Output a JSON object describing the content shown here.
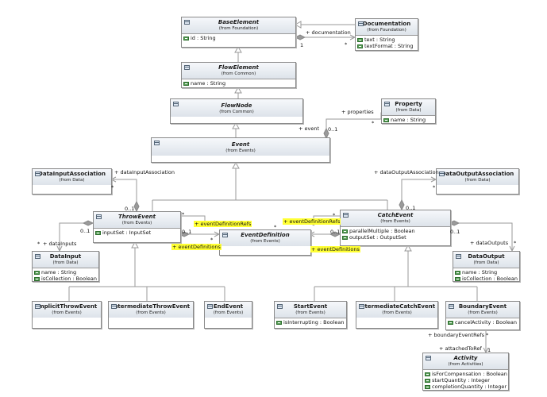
{
  "classes": {
    "BaseElement": {
      "name": "BaseElement",
      "from": "(from Foundation)",
      "attrs": [
        "id : String"
      ]
    },
    "Documentation": {
      "name": "Documentation",
      "from": "(from Foundation)",
      "attrs": [
        "text : String",
        "textFormat : String"
      ]
    },
    "FlowElement": {
      "name": "FlowElement",
      "from": "(from Common)",
      "attrs": [
        "name : String"
      ]
    },
    "FlowNode": {
      "name": "FlowNode",
      "from": "(from Common)",
      "attrs": []
    },
    "Property": {
      "name": "Property",
      "from": "(from Data)",
      "attrs": [
        "name : String"
      ]
    },
    "Event": {
      "name": "Event",
      "from": "(from Events)",
      "attrs": []
    },
    "DataInputAssociation": {
      "name": "DataInputAssociation",
      "from": "(from Data)",
      "attrs": []
    },
    "DataOutputAssociation": {
      "name": "DataOutputAssociation",
      "from": "(from Data)",
      "attrs": []
    },
    "ThrowEvent": {
      "name": "ThrowEvent",
      "from": "(from Events)",
      "attrs": [
        "inputSet : InputSet"
      ]
    },
    "CatchEvent": {
      "name": "CatchEvent",
      "from": "(from Events)",
      "attrs": [
        "parallelMultiple : Boolean",
        "outputSet : OutputSet"
      ]
    },
    "EventDefinition": {
      "name": "EventDefinition",
      "from": "(from Events)",
      "attrs": []
    },
    "DataInput": {
      "name": "DataInput",
      "from": "(from Data)",
      "attrs": [
        "name : String",
        "isCollection : Boolean"
      ]
    },
    "DataOutput": {
      "name": "DataOutput",
      "from": "(from Data)",
      "attrs": [
        "name : String",
        "isCollection : Boolean"
      ]
    },
    "ImplicitThrowEvent": {
      "name": "ImplicitThrowEvent",
      "from": "(from Events)",
      "attrs": []
    },
    "IntermediateThrowEvent": {
      "name": "IntermediateThrowEvent",
      "from": "(from Events)",
      "attrs": []
    },
    "EndEvent": {
      "name": "EndEvent",
      "from": "(from Events)",
      "attrs": []
    },
    "StartEvent": {
      "name": "StartEvent",
      "from": "(from Events)",
      "attrs": [
        "isInterrupting : Boolean"
      ]
    },
    "IntermediateCatchEvent": {
      "name": "IntermediateCatchEvent",
      "from": "(from Events)",
      "attrs": []
    },
    "BoundaryEvent": {
      "name": "BoundaryEvent",
      "from": "(from Events)",
      "attrs": [
        "cancelActivity : Boolean"
      ]
    },
    "Activity": {
      "name": "Activity",
      "from": "(from Activities)",
      "attrs": [
        "isForCompensation : Boolean",
        "startQuantity : Integer",
        "completionQuantity : Integer"
      ]
    }
  },
  "labels": {
    "documentation": "+ documentation",
    "doc_mult_1": "1",
    "doc_mult_star": "*",
    "properties": "+ properties",
    "event": "+ event",
    "event_mult": "0..1",
    "prop_mult": "*",
    "dataInputAssociation": "+ dataInputAssociation",
    "dia_mult_star": "*",
    "dataOutputAssociation": "+ dataOutputAssociation",
    "doa_mult_star": "*",
    "throw_dia_mult": "0..1",
    "catch_doa_mult": "0..1",
    "eventDefinitionRefs_left": "+ eventDefinitionRefs",
    "eventDefinitionRefs_right": "+ eventDefinitionRefs",
    "eventDefinitions_left": "+ eventDefinitions",
    "eventDefinitions_right": "+ eventDefinitions",
    "throw_star": "*",
    "catch_star": "*",
    "throw_left_01": "0..1",
    "throw_right_01": "0..1",
    "catch_left_01": "0..1",
    "catch_right_01": "0..1",
    "ed_left_star": "*",
    "ed_right_star": "*",
    "dataInputs": "+ dataInputs",
    "di_star": "*",
    "dataOutputs": "+ dataOutputs",
    "do_star": "*",
    "boundaryEventRefs": "+ boundaryEventRefs",
    "be_star": "*",
    "attachedToRef": "+ attachedToRef",
    "att_mult": "1"
  }
}
